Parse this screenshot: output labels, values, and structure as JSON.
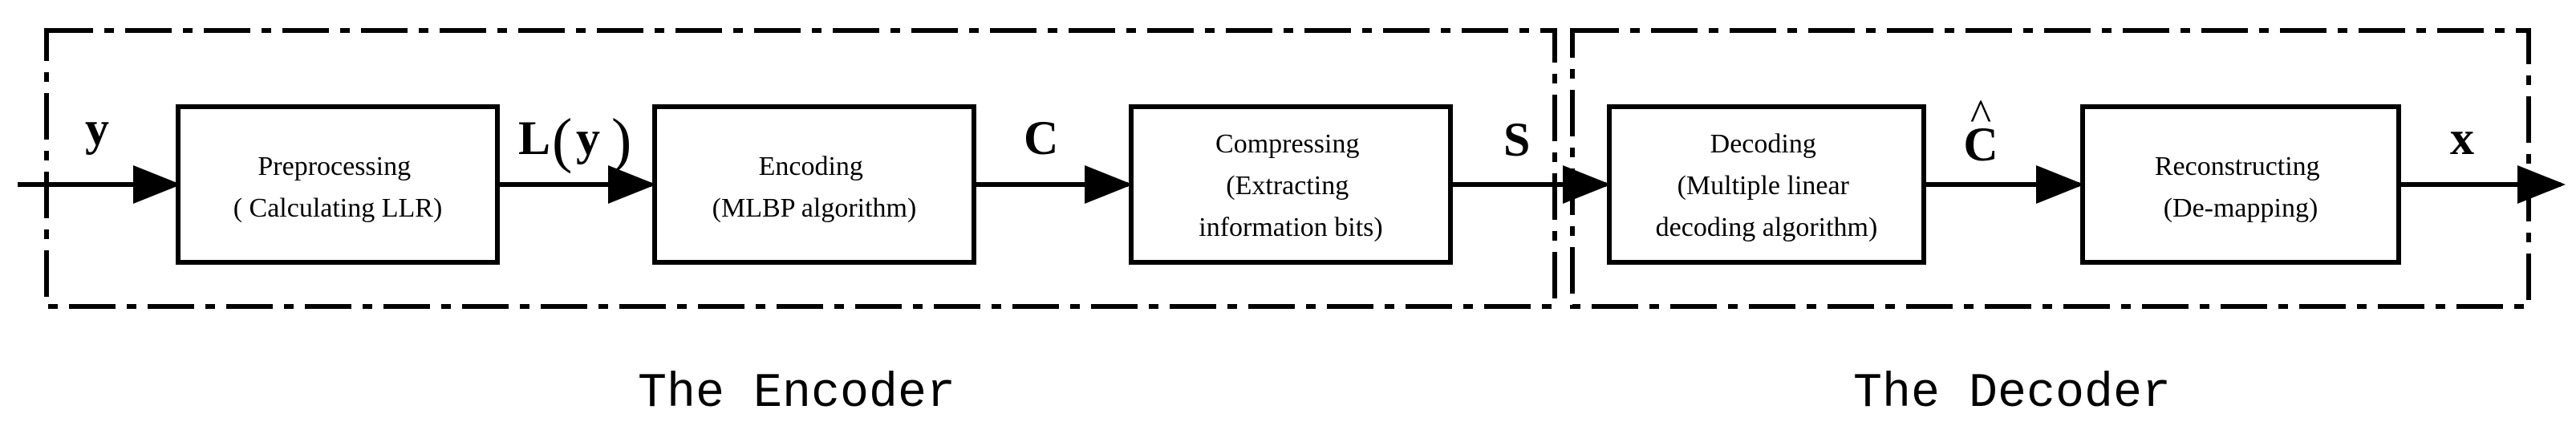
{
  "blocks": [
    {
      "id": "preprocessing",
      "lines": [
        "Preprocessing",
        "( Calculating LLR)"
      ]
    },
    {
      "id": "encoding",
      "lines": [
        "Encoding",
        "(MLBP algorithm)"
      ]
    },
    {
      "id": "compressing",
      "lines": [
        "Compressing",
        "(Extracting",
        "information bits)"
      ]
    },
    {
      "id": "decoding",
      "lines": [
        "Decoding",
        "(Multiple linear",
        "decoding algorithm)"
      ]
    },
    {
      "id": "reconstructing",
      "lines": [
        "Reconstructing",
        "(De-mapping)"
      ]
    }
  ],
  "signals": {
    "input": "y",
    "llr_L": "L",
    "llr_lparen": "(",
    "llr_y": "y",
    "llr_rparen": ")",
    "codeword": "C",
    "compressed": "S",
    "estimate": "C",
    "estimate_hat": "^",
    "output": "x"
  },
  "groups": {
    "encoder": "The Encoder",
    "decoder": "The Decoder"
  }
}
